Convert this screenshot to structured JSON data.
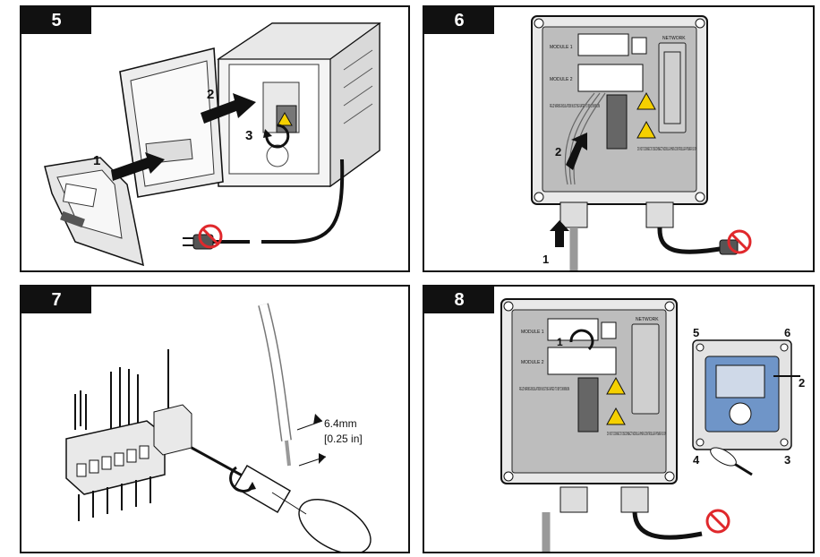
{
  "panels": [
    {
      "step": "5",
      "callouts": [
        "1",
        "2",
        "3"
      ]
    },
    {
      "step": "6",
      "callouts": [
        "1",
        "2"
      ],
      "module_labels": [
        "MODULE 1",
        "MODULE 2",
        "NETWORK"
      ],
      "warning_text": "FIELD WIRING INSULATION MUST BE RATED TO 80°C MINIMUM",
      "disconnect_text": "DO NOT CONNECT/ DISCONNECT MODULE WHEN CONTROLLER POWER IS ON"
    },
    {
      "step": "7",
      "measurement": "6.4mm",
      "measurement_alt": "[0.25 in]"
    },
    {
      "step": "8",
      "callouts": [
        "1",
        "2",
        "3",
        "4",
        "5",
        "6"
      ],
      "module_labels": [
        "MODULE 1",
        "MODULE 2",
        "NETWORK"
      ],
      "warning_text": "FIELD WIRING INSULATION MUST BE RATED TO 80°C MINIMUM",
      "disconnect_text": "DO NOT CONNECT/ DISCONNECT MODULE WHEN CONTROLLER POWER IS ON"
    }
  ],
  "icons": [
    "no-power-plug-icon",
    "electrical-hazard-icon",
    "warning-icon",
    "screwdriver-icon"
  ],
  "colors": {
    "prohibition": "#e0282c",
    "display": "#6f95c8",
    "frame": "#111111"
  }
}
